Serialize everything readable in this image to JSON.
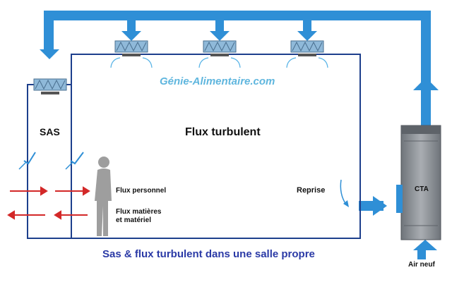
{
  "watermark": "Génie-Alimentaire.com",
  "labels": {
    "sas": "SAS",
    "main_room": "Flux turbulent",
    "flux_personnel": "Flux personnel",
    "flux_matieres_line1": "Flux matières",
    "flux_matieres_line2": "et matériel",
    "reprise": "Reprise",
    "cta": "CTA",
    "air_neuf": "Air neuf"
  },
  "caption": "Sas & flux turbulent dans une salle propre",
  "colors": {
    "duct": "#2f8fd6",
    "wall": "#1d3f8c",
    "flow_arrow": "#d32828",
    "filter_fill": "#8fb9d9",
    "cta_body": "#7a7f85",
    "person": "#9e9e9e",
    "caption_text": "#2b3aa6",
    "watermark_text": "#5fb6de"
  },
  "icons": [
    "filter-diffuser-icon",
    "blue-arrow-down-icon",
    "blue-arrow-up-icon",
    "red-arrow-right-icon",
    "red-arrow-left-icon",
    "person-silhouette-icon",
    "air-curve-arrow-icon"
  ]
}
